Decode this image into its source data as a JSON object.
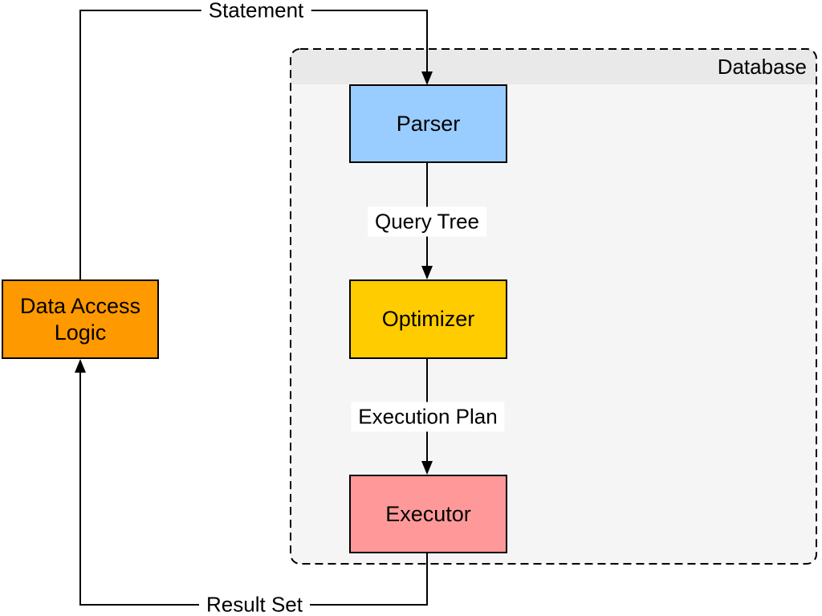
{
  "diagram": {
    "container": {
      "title": "Database"
    },
    "nodes": {
      "parser": {
        "label": "Parser"
      },
      "optimizer": {
        "label": "Optimizer"
      },
      "executor": {
        "label": "Executor"
      },
      "data_access_logic": {
        "label": "Data Access Logic"
      }
    },
    "edges": {
      "statement": {
        "label": "Statement",
        "from": "data_access_logic",
        "to": "parser"
      },
      "query_tree": {
        "label": "Query Tree",
        "from": "parser",
        "to": "optimizer"
      },
      "execution_plan": {
        "label": "Execution Plan",
        "from": "optimizer",
        "to": "executor"
      },
      "result_set": {
        "label": "Result Set",
        "from": "executor",
        "to": "data_access_logic"
      }
    },
    "colors": {
      "parser_fill": "#99CCFF",
      "optimizer_fill": "#FFCC00",
      "executor_fill": "#FF9999",
      "data_access_logic_fill": "#FF9900",
      "database_fill": "#F5F5F5",
      "database_header_fill": "#E9E9E9",
      "connector": "#000000",
      "label_background": "#FFFFFF"
    }
  }
}
